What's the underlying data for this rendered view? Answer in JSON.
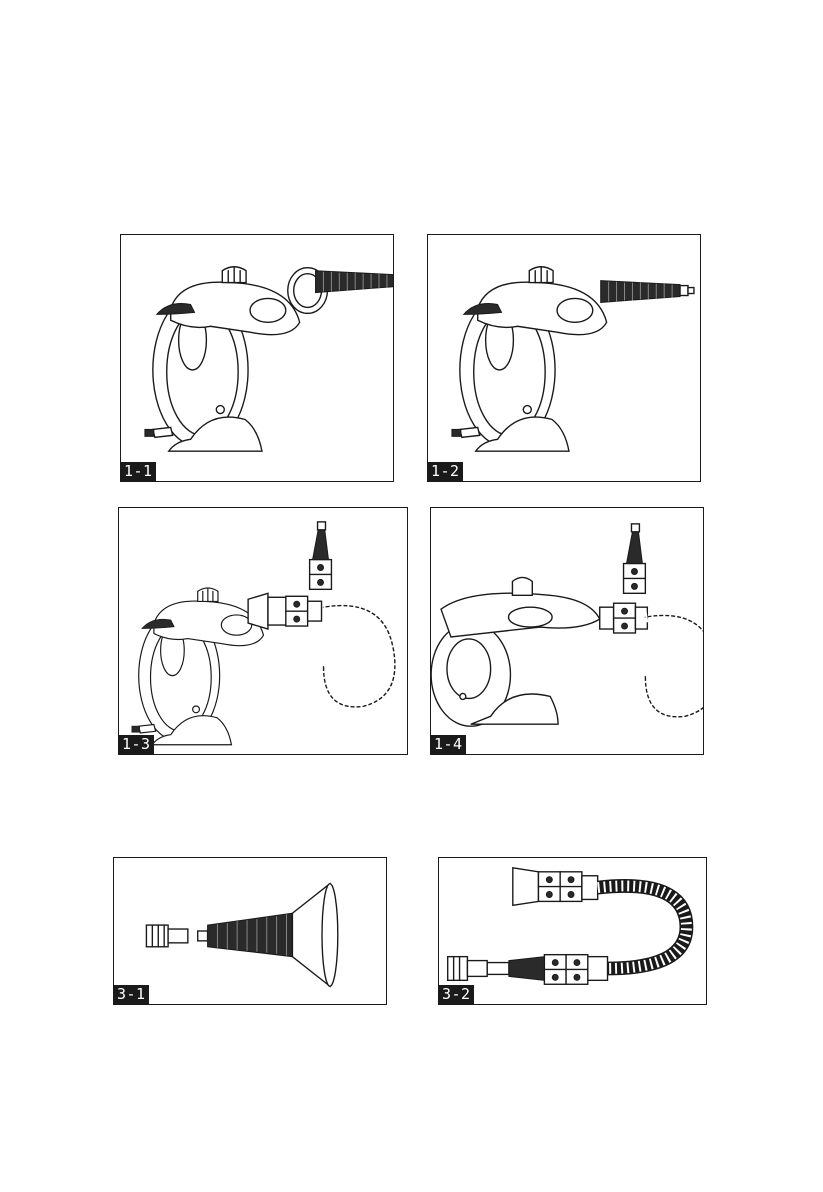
{
  "figures": [
    {
      "id": "fig-1-1",
      "label": "1-1",
      "depicts": "steamer-with-funnel-nozzle-detached"
    },
    {
      "id": "fig-1-2",
      "label": "1-2",
      "depicts": "steamer-with-nozzle-attached"
    },
    {
      "id": "fig-1-3",
      "label": "1-3",
      "depicts": "steamer-with-hose-detached"
    },
    {
      "id": "fig-1-4",
      "label": "1-4",
      "depicts": "steamer-with-hose-attached"
    },
    {
      "id": "fig-3-1",
      "label": "3-1",
      "depicts": "nozzle-extension-parts"
    },
    {
      "id": "fig-3-2",
      "label": "3-2",
      "depicts": "flexible-hose-assembly"
    }
  ]
}
